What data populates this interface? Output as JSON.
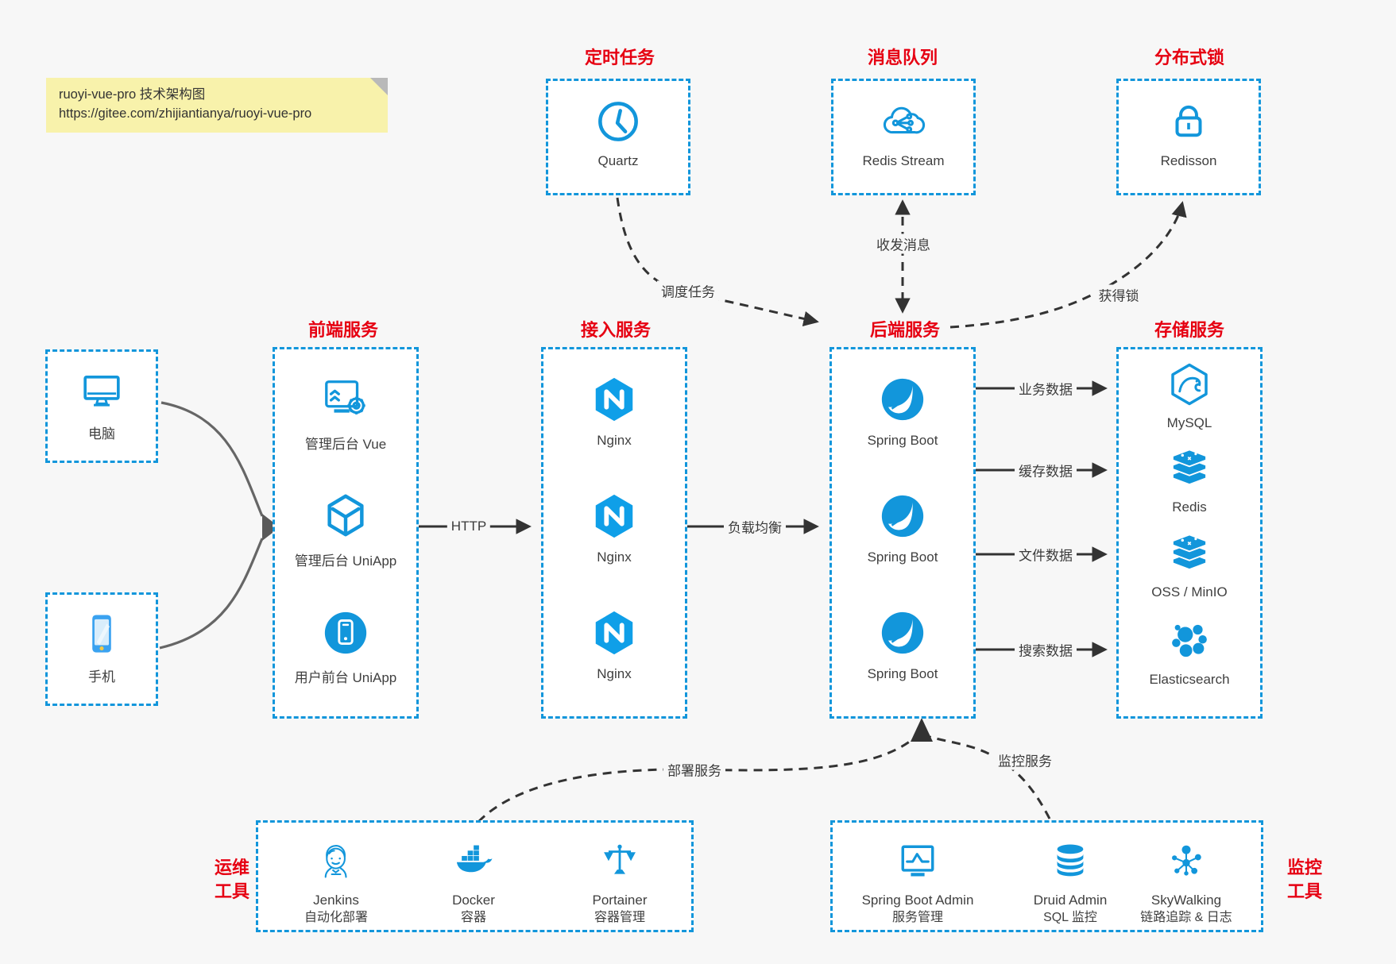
{
  "note": {
    "line1": "ruoyi-vue-pro 技术架构图",
    "line2": "https://gitee.com/zhijiantianya/ruoyi-vue-pro"
  },
  "colors": {
    "accent_blue": "#1296db",
    "title_red": "#e60012",
    "arrow_dark": "#333333",
    "client_arrow_gray": "#666666",
    "note_yellow": "#f8f2ab"
  },
  "top_groups": {
    "scheduler": {
      "title": "定时任务",
      "label": "Quartz",
      "icon": "clock-icon"
    },
    "mq": {
      "title": "消息队列",
      "label": "Redis Stream",
      "icon": "cloud-stream-icon"
    },
    "lock": {
      "title": "分布式锁",
      "label": "Redisson",
      "icon": "lock-icon"
    }
  },
  "clients": {
    "pc": {
      "label": "电脑",
      "icon": "desktop-icon"
    },
    "mobile": {
      "label": "手机",
      "icon": "smartphone-icon"
    }
  },
  "columns": {
    "frontend": {
      "title": "前端服务",
      "items": [
        {
          "label": "管理后台 Vue",
          "icon": "admin-vue-icon"
        },
        {
          "label": "管理后台 UniApp",
          "icon": "uniapp-cube-icon"
        },
        {
          "label": "用户前台 UniApp",
          "icon": "user-app-icon"
        }
      ]
    },
    "gateway": {
      "title": "接入服务",
      "items": [
        {
          "label": "Nginx",
          "icon": "nginx-icon"
        },
        {
          "label": "Nginx",
          "icon": "nginx-icon"
        },
        {
          "label": "Nginx",
          "icon": "nginx-icon"
        }
      ]
    },
    "backend": {
      "title": "后端服务",
      "items": [
        {
          "label": "Spring Boot",
          "icon": "spring-icon"
        },
        {
          "label": "Spring Boot",
          "icon": "spring-icon"
        },
        {
          "label": "Spring Boot",
          "icon": "spring-icon"
        }
      ]
    },
    "storage": {
      "title": "存储服务",
      "items": [
        {
          "label": "MySQL",
          "icon": "mysql-icon"
        },
        {
          "label": "Redis",
          "icon": "redis-stack-icon"
        },
        {
          "label": "OSS / MinIO",
          "icon": "oss-minio-stack-icon"
        },
        {
          "label": "Elasticsearch",
          "icon": "elasticsearch-icon"
        }
      ]
    }
  },
  "edges": {
    "http": "HTTP",
    "load_balance": "负载均衡",
    "schedule_task": "调度任务",
    "send_receive_message": "收发消息",
    "acquire_lock": "获得锁",
    "deploy_service": "部署服务",
    "monitor_service": "监控服务",
    "business_data": "业务数据",
    "cache_data": "缓存数据",
    "file_data": "文件数据",
    "search_data": "搜索数据"
  },
  "bottom_groups": {
    "ops": {
      "title_line1": "运维",
      "title_line2": "工具",
      "items": [
        {
          "name": "Jenkins",
          "sub": "自动化部署",
          "icon": "jenkins-icon"
        },
        {
          "name": "Docker",
          "sub": "容器",
          "icon": "docker-icon"
        },
        {
          "name": "Portainer",
          "sub": "容器管理",
          "icon": "portainer-scales-icon"
        }
      ]
    },
    "monitoring": {
      "title_line1": "监控",
      "title_line2": "工具",
      "items": [
        {
          "name": "Spring Boot Admin",
          "sub": "服务管理",
          "icon": "spring-boot-admin-icon"
        },
        {
          "name": "Druid Admin",
          "sub": "SQL 监控",
          "icon": "druid-db-icon"
        },
        {
          "name": "SkyWalking",
          "sub": "链路追踪 & 日志",
          "icon": "skywalking-icon"
        }
      ]
    }
  }
}
